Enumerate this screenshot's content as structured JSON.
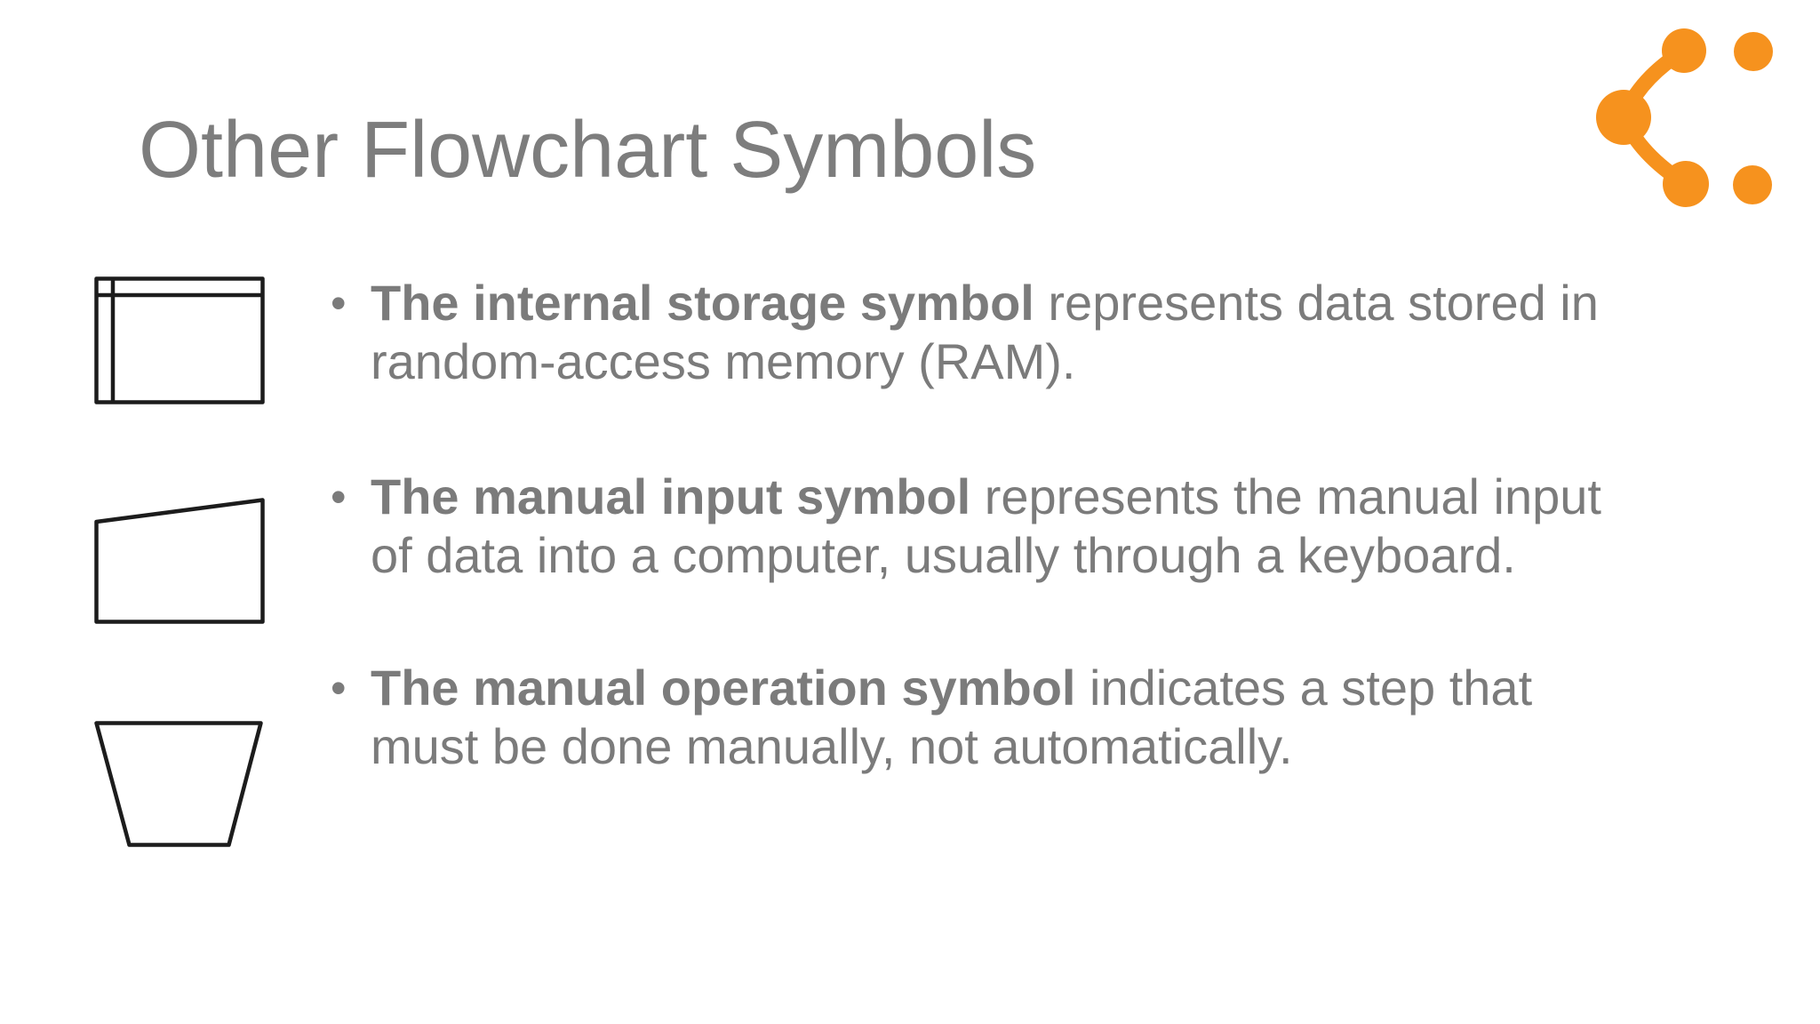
{
  "slide": {
    "title": "Other Flowchart Symbols",
    "background_color": "#ffffff",
    "title_color": "#7d7d7d",
    "body_text_color": "#7b7b7b",
    "shape_stroke_color": "#1c1c1c",
    "logo_color": "#F6921E",
    "bullet_char": "•"
  },
  "bullets": [
    {
      "symbol": "internal-storage-symbol",
      "lines": [
        {
          "bold": "The internal storage symbol",
          "normal": " represents data stored in"
        },
        {
          "bold": "",
          "normal": "random-access memory (RAM)."
        }
      ]
    },
    {
      "symbol": "manual-input-symbol",
      "lines": [
        {
          "bold": "The manual input symbol",
          "normal": " represents the manual input"
        },
        {
          "bold": "",
          "normal": "of data into a computer, usually through a keyboard."
        }
      ]
    },
    {
      "symbol": "manual-operation-symbol",
      "lines": [
        {
          "bold": "The manual operation symbol",
          "normal": " indicates a step that"
        },
        {
          "bold": "",
          "normal": "must be done manually, not automatically."
        }
      ]
    }
  ]
}
